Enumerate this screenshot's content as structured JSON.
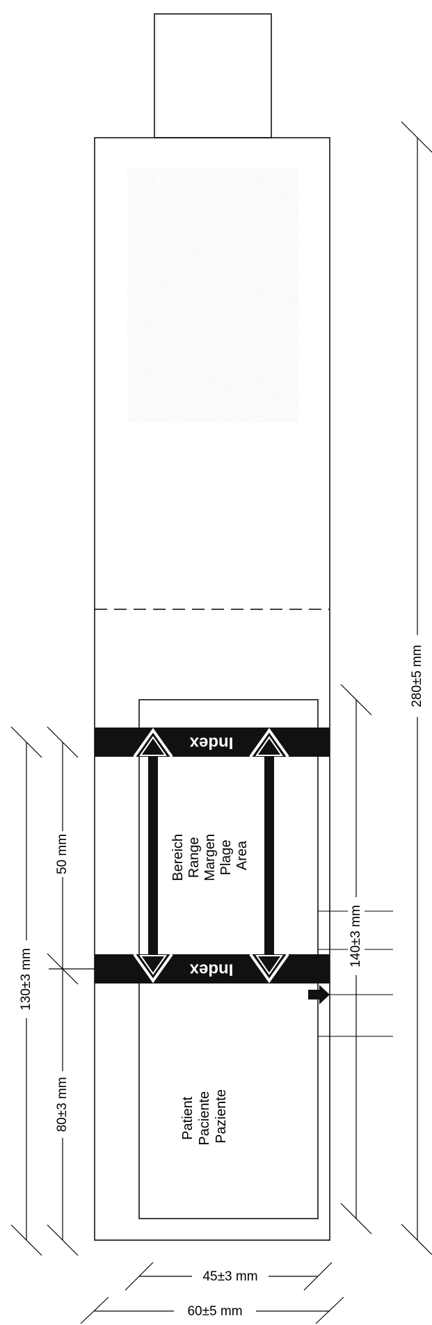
{
  "labels": {
    "index_top": "Index",
    "index_bottom": "Index",
    "range_lines": [
      "Bereich",
      "Range",
      "Margen",
      "Plage",
      "Area"
    ],
    "patient_lines": [
      "Patient",
      "Paciente",
      "Paziente"
    ]
  },
  "dimensions": {
    "total_length": "280±5 mm",
    "window_length": "140±3 mm",
    "range_height": "50 mm",
    "bottom_height": "80±3 mm",
    "combined_height": "130±3 mm",
    "inner_width": "45±3 mm",
    "outer_width": "60±5 mm"
  },
  "colors": {
    "line": "#000000",
    "band": "#111111",
    "pad": "#d9d9d9"
  }
}
